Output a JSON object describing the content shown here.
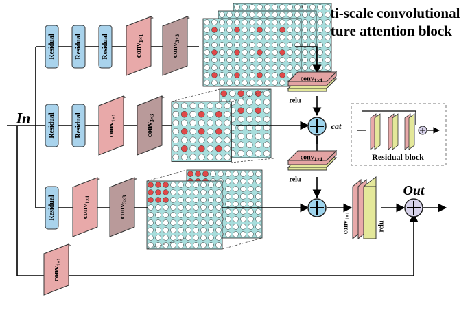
{
  "title": {
    "line1": "Multi-scale convolutional",
    "line2": "feature attention block"
  },
  "labels": {
    "input": "In",
    "output": "Out",
    "cat": "cat",
    "residual": "Residual",
    "conv1": "conv",
    "conv1_sub": "1×1",
    "conv3": "conv",
    "conv3_sub": "3×3",
    "relu": "relu",
    "residual_block": "Residual block"
  },
  "colors": {
    "residual_fill": "#a9d3ec",
    "conv1_fill": "#e8a9a9",
    "conv3_fill": "#b99a9a",
    "attn_top": "#e3a3a3",
    "attn_bottom": "#e4e89a",
    "relu_fill": "#e4e89a",
    "grid_bg": "#a8dedd",
    "red_cell": "#e04848",
    "plus_fill": "#9fd4ec",
    "out_plus_fill": "#d7d2ea"
  }
}
